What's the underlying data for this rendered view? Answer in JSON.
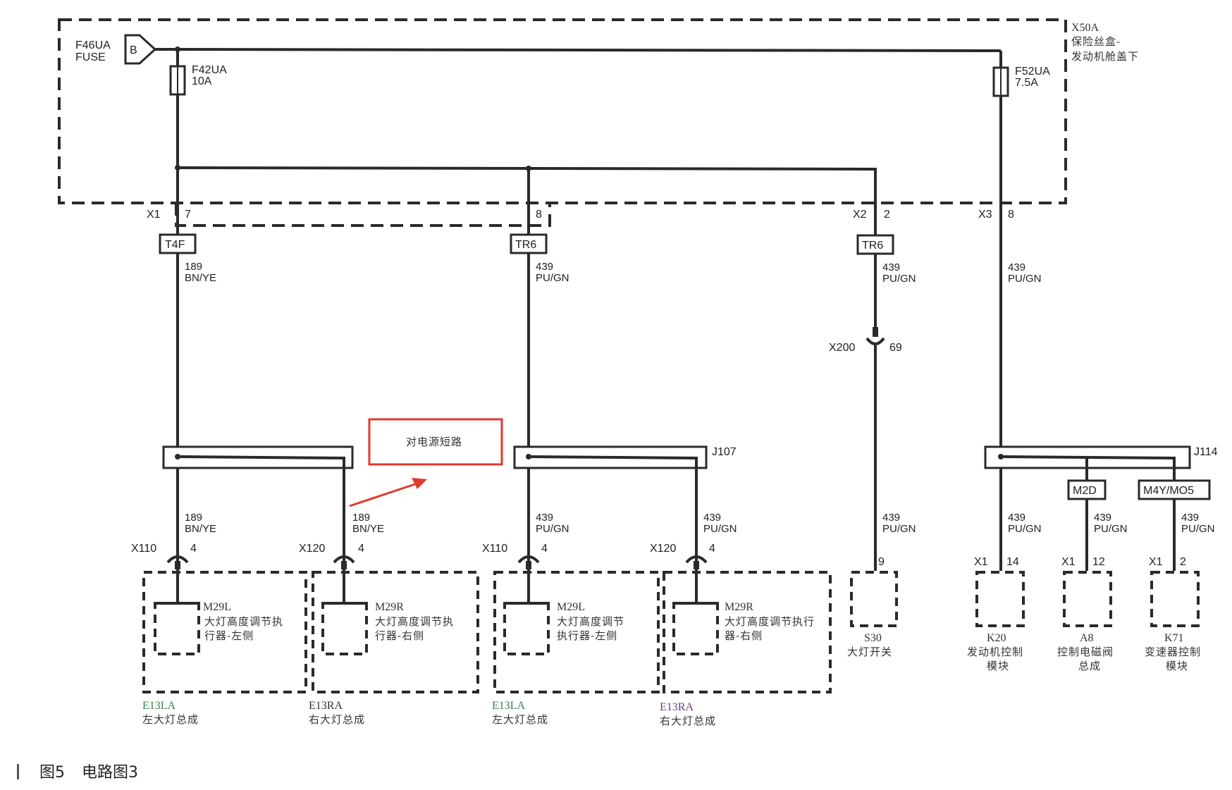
{
  "fuse_box": {
    "id": "X50A",
    "name_line1": "保险丝盒-",
    "name_line2": "发动机舱盖下"
  },
  "supply": {
    "fuse_id": "F46UA",
    "fuse_label": "FUSE",
    "terminal": "B"
  },
  "fuses": [
    {
      "id": "F42UA",
      "rating": "10A"
    },
    {
      "id": "F52UA",
      "rating": "7.5A"
    }
  ],
  "box_connectors": [
    {
      "name": "X1",
      "pin": "7"
    },
    {
      "pin": "8"
    },
    {
      "name": "X2",
      "pin": "2"
    },
    {
      "name": "X3",
      "pin": "8"
    }
  ],
  "harness_tags": [
    "T4F",
    "TR6",
    "TR6"
  ],
  "wires": [
    {
      "circuit": "189",
      "color": "BN/YE"
    },
    {
      "circuit": "439",
      "color": "PU/GN"
    },
    {
      "circuit": "439",
      "color": "PU/GN"
    },
    {
      "circuit": "439",
      "color": "PU/GN"
    }
  ],
  "inline": {
    "name": "X200",
    "pin": "69"
  },
  "splices": [
    "J107",
    "J114"
  ],
  "annotation": "对电源短路",
  "lower_wires": [
    {
      "circuit": "189",
      "color": "BN/YE"
    },
    {
      "circuit": "189",
      "color": "BN/YE"
    },
    {
      "circuit": "439",
      "color": "PU/GN"
    },
    {
      "circuit": "439",
      "color": "PU/GN"
    },
    {
      "circuit": "439",
      "color": "PU/GN"
    },
    {
      "circuit": "439",
      "color": "PU/GN"
    },
    {
      "circuit": "439",
      "color": "PU/GN"
    },
    {
      "circuit": "439",
      "color": "PU/GN"
    }
  ],
  "branch_tags": [
    "M2D",
    "M4Y/MO5"
  ],
  "lower_connectors": [
    {
      "name": "X110",
      "pin": "4"
    },
    {
      "name": "X120",
      "pin": "4"
    },
    {
      "name": "X110",
      "pin": "4"
    },
    {
      "name": "X120",
      "pin": "4"
    },
    {
      "pin": "9"
    },
    {
      "name": "X1",
      "pin": "14"
    },
    {
      "name": "X1",
      "pin": "12"
    },
    {
      "name": "X1",
      "pin": "2"
    }
  ],
  "actuators": [
    {
      "id": "M29L",
      "line1": "大灯高度调节执",
      "line2": "行器-左侧"
    },
    {
      "id": "M29R",
      "line1": "大灯高度调节执",
      "line2": "行器-右侧"
    },
    {
      "id": "M29L",
      "line1": "大灯高度调节",
      "line2": "执行器-左侧"
    },
    {
      "id": "M29R",
      "line1": "大灯高度调节执行",
      "line2": "器-右侧"
    }
  ],
  "assemblies": [
    {
      "id": "E13LA",
      "name": "左大灯总成"
    },
    {
      "id": "E13RA",
      "name": "右大灯总成"
    },
    {
      "id": "E13LA",
      "name": "左大灯总成"
    },
    {
      "id": "E13RA",
      "name": "右大灯总成"
    }
  ],
  "modules": [
    {
      "id": "S30",
      "line1": "大灯开关",
      "line2": ""
    },
    {
      "id": "K20",
      "line1": "发动机控制",
      "line2": "模块"
    },
    {
      "id": "A8",
      "line1": "控制电磁阀",
      "line2": "总成"
    },
    {
      "id": "K71",
      "line1": "变速器控制",
      "line2": "模块"
    }
  ],
  "caption": {
    "figure": "图5",
    "title": "电路图3"
  },
  "colors": {
    "annotation_box": "#e03a2e",
    "annotation_arrow": "#e03a2e",
    "assembly_left": "#3d7a4e",
    "assembly_right": "#6a3d8a"
  }
}
